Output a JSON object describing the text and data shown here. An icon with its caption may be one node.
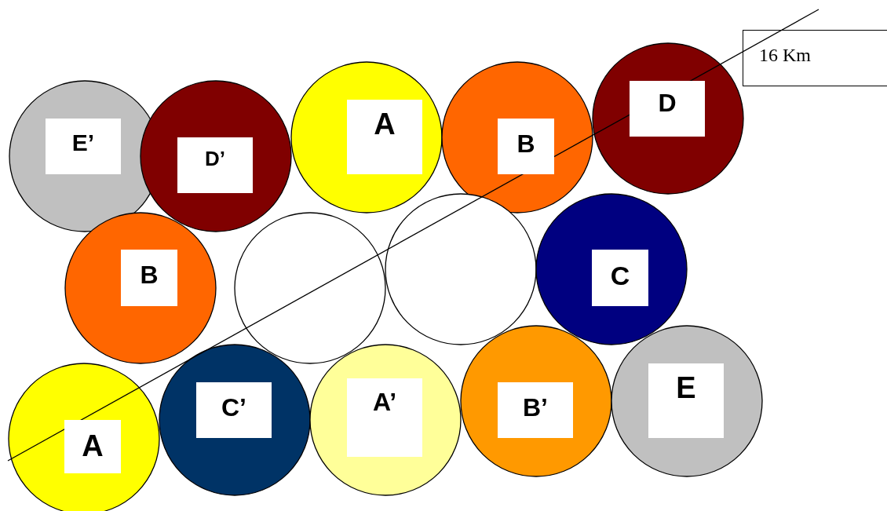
{
  "diagram": {
    "nodes": [
      {
        "text": [
          "16 Km"
        ]
      },
      {
        "text": [
          "E’"
        ]
      },
      {
        "text": [
          "D’"
        ]
      },
      {
        "text": [
          "A"
        ]
      },
      {
        "text": [
          "B"
        ]
      },
      {
        "text": [
          "D"
        ]
      },
      {
        "text": [
          "B"
        ]
      },
      {
        "text": [],
        "shape": "circle"
      },
      {
        "text": [],
        "shape": "circle"
      },
      {
        "text": [
          "C"
        ]
      },
      {
        "text": [
          "A"
        ]
      },
      {
        "text": [
          "C’"
        ]
      },
      {
        "text": [
          "A’"
        ]
      },
      {
        "text": [
          "B’"
        ]
      },
      {
        "text": [
          "E"
        ]
      }
    ],
    "edges": []
  }
}
